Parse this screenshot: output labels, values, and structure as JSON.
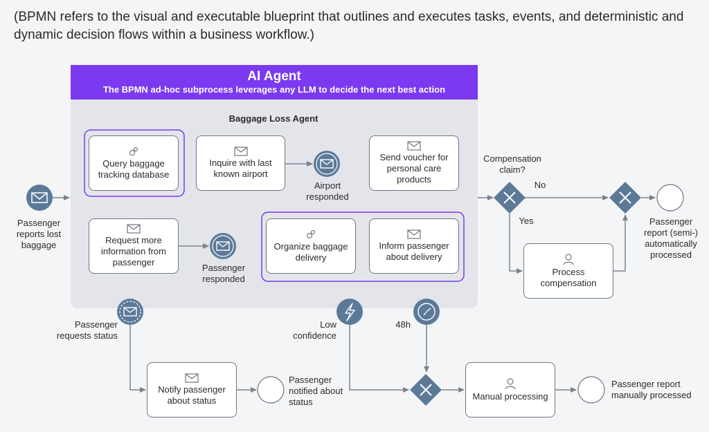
{
  "intro_text": "(BPMN refers to the visual and executable blueprint that outlines and executes tasks, events, and deterministic and dynamic decision flows within a business workflow.)",
  "agent": {
    "title": "AI Agent",
    "subtitle": "The BPMN ad-hoc subprocess leverages any LLM to decide the next best action",
    "name": "Baggage Loss Agent"
  },
  "tasks": {
    "query_db": "Query baggage tracking database",
    "inquire_airport": "Inquire with last known airport",
    "send_voucher": "Send voucher for personal care products",
    "request_info": "Request more information from passenger",
    "organize_delivery": "Organize baggage delivery",
    "inform_passenger": "Inform passenger about delivery",
    "process_compensation": "Process compensation",
    "notify_status": "Notify passenger about status",
    "manual_processing": "Manual processing"
  },
  "events": {
    "start": "Passenger reports lost baggage",
    "airport_responded": "Airport responded",
    "passenger_responded": "Passenger responded",
    "requests_status": "Passenger requests status",
    "low_confidence": "Low confidence",
    "timer": "48h",
    "end_semi_auto": "Passenger report (semi-) automatically processed",
    "end_notified": "Passenger notified about status",
    "end_manual": "Passenger report manually processed"
  },
  "gateway": {
    "question": "Compensation claim?",
    "no": "No",
    "yes": "Yes"
  },
  "colors": {
    "agent_header": "#7b3af0",
    "agent_body": "#e3e5ea",
    "event_fill": "#5c7a98",
    "gateway_fill": "#5c7a98",
    "line": "#7d838b"
  }
}
